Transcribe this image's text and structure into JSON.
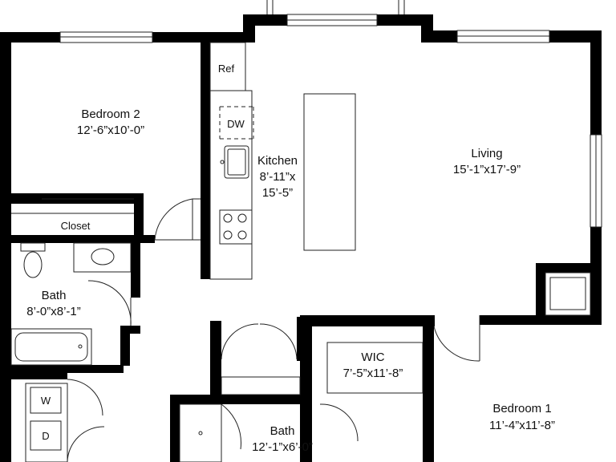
{
  "plan": {
    "rooms": {
      "bedroom2": {
        "name": "Bedroom 2",
        "dims": "12’-6”x10’-0”"
      },
      "kitchen": {
        "name": "Kitchen",
        "dims_line1": "8’-11”x",
        "dims_line2": "15’-5”"
      },
      "living": {
        "name": "Living",
        "dims": "15’-1”x17’-9”"
      },
      "closet": {
        "name": "Closet"
      },
      "bath_left": {
        "name": "Bath",
        "dims": "8’-0”x8’-1”"
      },
      "wic": {
        "name": "WIC",
        "dims": "7’-5”x11’-8”"
      },
      "bath_center": {
        "name": "Bath",
        "dims": "12’-1”x6’-0”"
      },
      "bedroom1": {
        "name": "Bedroom 1",
        "dims": "11’-4”x11’-8”"
      }
    },
    "fixtures": {
      "refrigerator": "Ref",
      "dishwasher": "DW",
      "washer": "W",
      "dryer": "D"
    },
    "colors": {
      "wall": "#000000",
      "line": "#222222",
      "background": "#ffffff"
    }
  }
}
